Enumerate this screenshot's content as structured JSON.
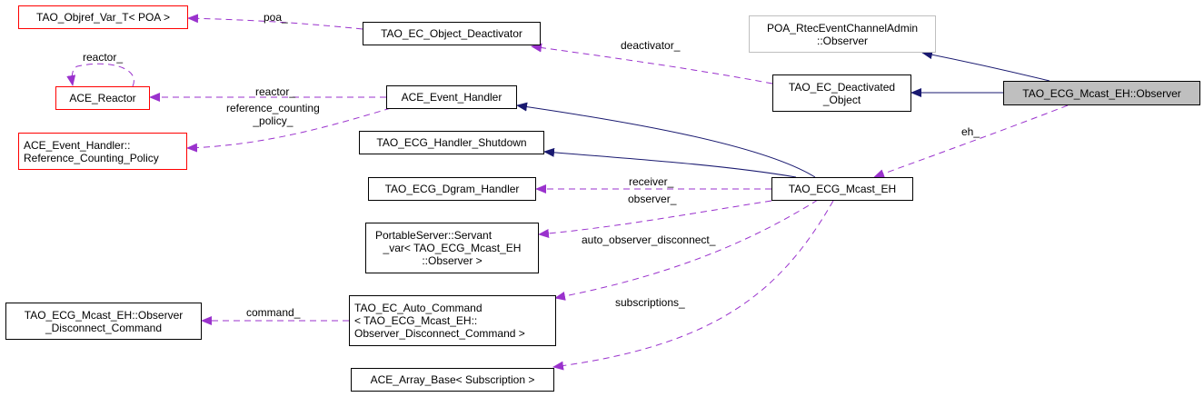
{
  "diagram": {
    "type": "collaboration-graph",
    "focus_node": "TAO_ECG_Mcast_EH::Observer",
    "colors": {
      "inheritance_edge": "#191970",
      "usage_edge": "#9a32cd",
      "undocumented_border": "#ff0000",
      "external_border": "#bfbfbf",
      "focus_fill": "#bfbfbf"
    },
    "nodes": {
      "objref_var": {
        "lines": [
          "TAO_Objref_Var_T< POA >"
        ]
      },
      "ace_reactor": {
        "lines": [
          "ACE_Reactor"
        ]
      },
      "ref_counting_policy": {
        "lines": [
          "ACE_Event_Handler::",
          "Reference_Counting_Policy"
        ]
      },
      "object_deactivator": {
        "lines": [
          "TAO_EC_Object_Deactivator"
        ]
      },
      "ace_event_handler": {
        "lines": [
          "ACE_Event_Handler"
        ]
      },
      "handler_shutdown": {
        "lines": [
          "TAO_ECG_Handler_Shutdown"
        ]
      },
      "dgram_handler": {
        "lines": [
          "TAO_ECG_Dgram_Handler"
        ]
      },
      "servant_var": {
        "lines": [
          "PortableServer::Servant",
          "_var< TAO_ECG_Mcast_EH",
          "::Observer >"
        ]
      },
      "observer_disconnect_command": {
        "lines": [
          "TAO_ECG_Mcast_EH::Observer",
          "_Disconnect_Command"
        ]
      },
      "auto_command": {
        "lines": [
          "TAO_EC_Auto_Command",
          "< TAO_ECG_Mcast_EH::",
          "Observer_Disconnect_Command >"
        ]
      },
      "array_base": {
        "lines": [
          "ACE_Array_Base< Subscription >"
        ]
      },
      "poa_observer": {
        "lines": [
          "POA_RtecEventChannelAdmin",
          "::Observer"
        ]
      },
      "deactivated_object": {
        "lines": [
          "TAO_EC_Deactivated",
          "_Object"
        ]
      },
      "mcast_eh": {
        "lines": [
          "TAO_ECG_Mcast_EH"
        ]
      },
      "mcast_eh_observer": {
        "lines": [
          "TAO_ECG_Mcast_EH::Observer"
        ]
      }
    },
    "edge_labels": {
      "poa": "poa_",
      "reactor_self": "reactor_",
      "reactor": "reactor_",
      "ref_counting": [
        "reference_counting",
        "_policy_"
      ],
      "deactivator": "deactivator_",
      "eh": "eh_",
      "receiver": "receiver_",
      "observer": "observer_",
      "auto_observer_disconnect": "auto_observer_disconnect_",
      "subscriptions": "subscriptions_",
      "command": "command_"
    },
    "edges": [
      {
        "from": "object_deactivator",
        "to": "objref_var",
        "kind": "usage",
        "label": "poa"
      },
      {
        "from": "ace_reactor",
        "to": "ace_reactor",
        "kind": "usage",
        "label": "reactor_self"
      },
      {
        "from": "ace_event_handler",
        "to": "ace_reactor",
        "kind": "usage",
        "label": "reactor"
      },
      {
        "from": "ace_event_handler",
        "to": "ref_counting_policy",
        "kind": "usage",
        "label": "ref_counting"
      },
      {
        "from": "deactivated_object",
        "to": "object_deactivator",
        "kind": "usage",
        "label": "deactivator"
      },
      {
        "from": "mcast_eh_observer",
        "to": "poa_observer",
        "kind": "inheritance"
      },
      {
        "from": "mcast_eh_observer",
        "to": "deactivated_object",
        "kind": "inheritance"
      },
      {
        "from": "mcast_eh_observer",
        "to": "mcast_eh",
        "kind": "usage",
        "label": "eh"
      },
      {
        "from": "mcast_eh",
        "to": "ace_event_handler",
        "kind": "inheritance"
      },
      {
        "from": "mcast_eh",
        "to": "handler_shutdown",
        "kind": "inheritance"
      },
      {
        "from": "mcast_eh",
        "to": "dgram_handler",
        "kind": "usage",
        "label": "receiver"
      },
      {
        "from": "mcast_eh",
        "to": "servant_var",
        "kind": "usage",
        "label": "observer"
      },
      {
        "from": "mcast_eh",
        "to": "auto_command",
        "kind": "usage",
        "label": "auto_observer_disconnect"
      },
      {
        "from": "mcast_eh",
        "to": "array_base",
        "kind": "usage",
        "label": "subscriptions"
      },
      {
        "from": "auto_command",
        "to": "observer_disconnect_command",
        "kind": "usage",
        "label": "command"
      }
    ]
  }
}
